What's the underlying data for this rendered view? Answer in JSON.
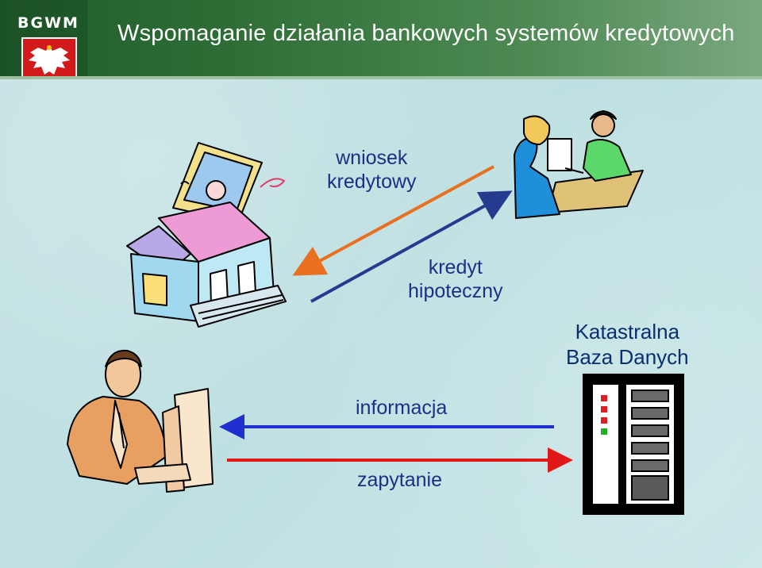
{
  "header": {
    "logo_text": "BGWM",
    "title": "Wspomaganie działania bankowych systemów kredytowych"
  },
  "labels": {
    "loan_application": [
      "wniosek",
      "kredytowy"
    ],
    "mortgage": [
      "kredyt",
      "hipoteczny"
    ],
    "database": [
      "Katastralna",
      "Baza Danych"
    ],
    "information": "informacja",
    "query": "zapytanie"
  },
  "colors": {
    "arrow_orange": "#e8701e",
    "arrow_navy": "#263a8f",
    "arrow_blue": "#1f2fd0",
    "arrow_red": "#e01818"
  }
}
